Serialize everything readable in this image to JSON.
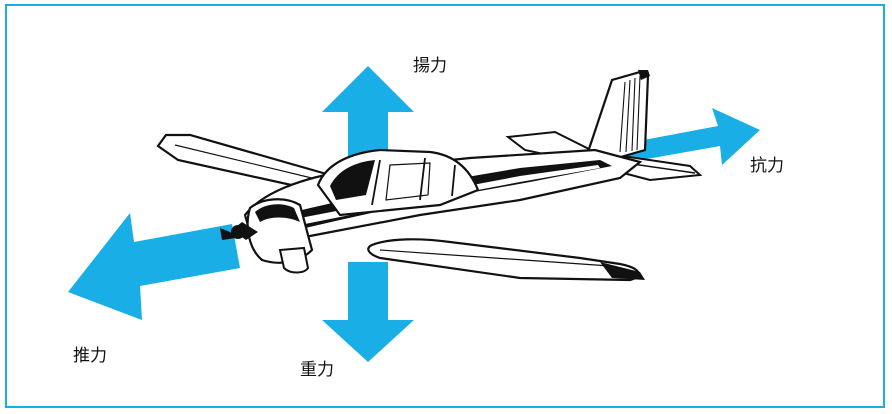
{
  "labels": {
    "lift": "揚力",
    "drag": "抗力",
    "thrust": "推力",
    "weight": "重力"
  },
  "colors": {
    "arrow": "#1aaee6",
    "frame": "#1aaee6",
    "ink": "#111111"
  }
}
